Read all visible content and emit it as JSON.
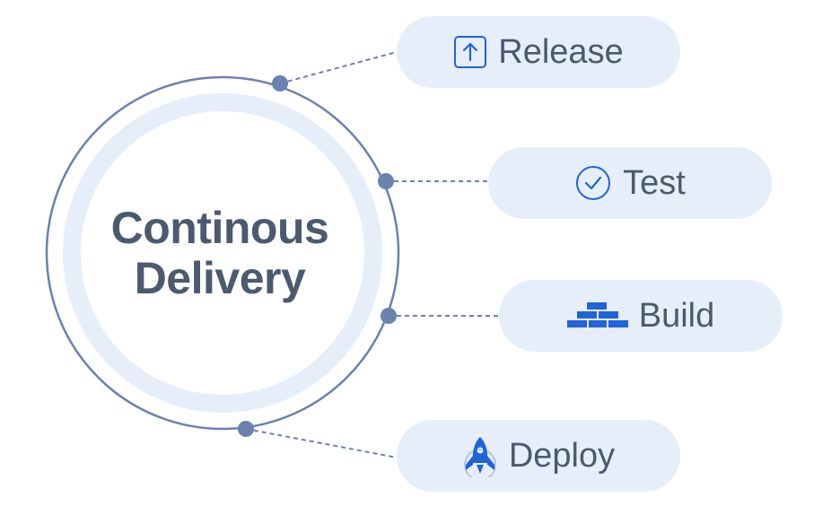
{
  "center": {
    "line1": "Continous",
    "line2": "Delivery"
  },
  "stages": {
    "release": {
      "label": "Release",
      "icon": "upload-icon"
    },
    "test": {
      "label": "Test",
      "icon": "check-circle-icon"
    },
    "build": {
      "label": "Build",
      "icon": "bricks-icon"
    },
    "deploy": {
      "label": "Deploy",
      "icon": "rocket-icon"
    }
  },
  "colors": {
    "ring": "#6a82ad",
    "ring_fill": "#e6eefa",
    "dot": "#6a82ad",
    "pill_bg": "#e6eefa",
    "text": "#4c5a70",
    "icon_blue": "#2163d8"
  }
}
